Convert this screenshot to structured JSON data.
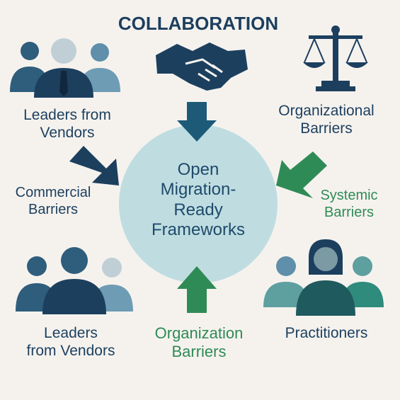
{
  "title": "COLLABORATION",
  "center": {
    "line1": "Open",
    "line2": "Migration-",
    "line3": "Ready",
    "line4": "Frameworks"
  },
  "labels": {
    "leaders_top": {
      "line1": "Leaders from",
      "line2": "Vendors"
    },
    "organizational_barriers": {
      "line1": "Organizational",
      "line2": "Barriers"
    },
    "commercial_barriers": {
      "line1": "Commercial",
      "line2": "Barriers"
    },
    "systemic_barriers": {
      "line1": "Systemic",
      "line2": "Barriers"
    },
    "leaders_bottom": {
      "line1": "Leaders",
      "line2": "from Vendors"
    },
    "organization_barriers": {
      "line1": "Organization",
      "line2": "Barriers"
    },
    "practitioners": {
      "line1": "Practitioners"
    }
  },
  "icons": [
    "handshake-icon",
    "scales-icon",
    "people-group-icon"
  ],
  "colors": {
    "navy": "#1c3f5e",
    "green": "#2f8b55",
    "circle": "#bfdde1",
    "background": "#f5f2ee"
  }
}
